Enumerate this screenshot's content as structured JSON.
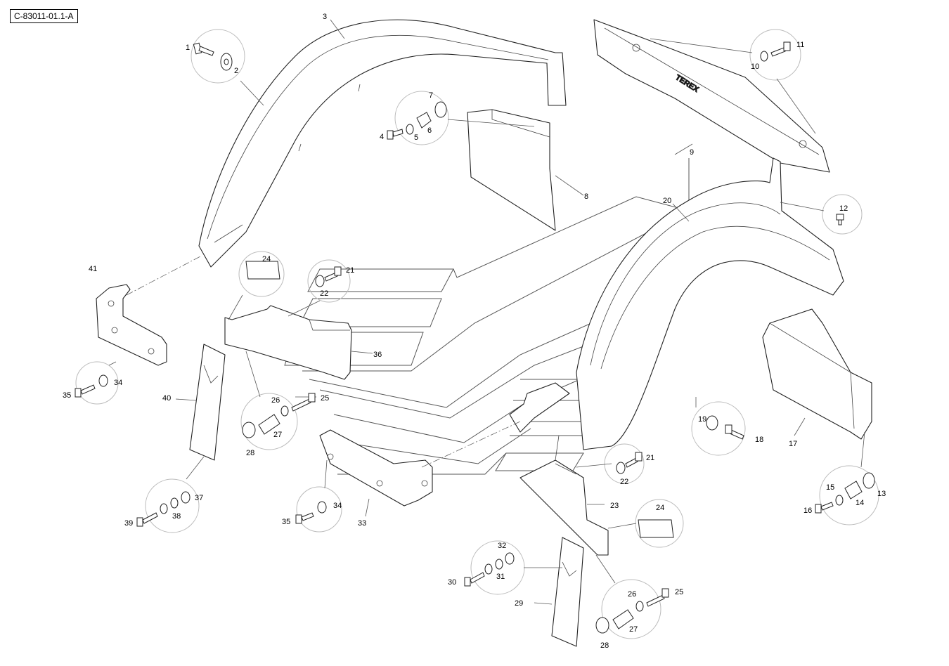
{
  "drawing": {
    "reference": "C-83011-01.1-A",
    "brand_text": "TEREX",
    "item_numbers": {
      "n1": "1",
      "n2": "2",
      "n3": "3",
      "n4": "4",
      "n5": "5",
      "n6": "6",
      "n7": "7",
      "n8": "8",
      "n9": "9",
      "n10": "10",
      "n11": "11",
      "n12": "12",
      "n13": "13",
      "n14": "14",
      "n15": "15",
      "n16": "16",
      "n17": "17",
      "n18": "18",
      "n19": "19",
      "n20": "20",
      "n21": "21",
      "n22": "22",
      "n23": "23",
      "n24": "24",
      "n25": "25",
      "n26": "26",
      "n27": "27",
      "n28": "28",
      "n29": "29",
      "n30": "30",
      "n31": "31",
      "n32": "32",
      "n33": "33",
      "n34": "34",
      "n35": "35",
      "n36": "36",
      "n37": "37",
      "n38": "38",
      "n39": "39",
      "n40": "40",
      "n41": "41"
    }
  }
}
